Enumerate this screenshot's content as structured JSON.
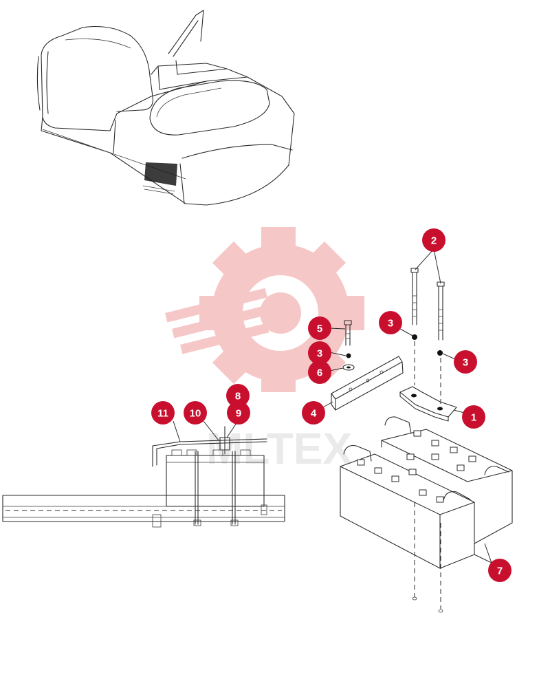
{
  "watermark": {
    "text": "MLTEX",
    "color": "#f4b3b3"
  },
  "accent_color": "#c8102e",
  "callouts": [
    {
      "id": "callout-1",
      "label": "1"
    },
    {
      "id": "callout-2",
      "label": "2"
    },
    {
      "id": "callout-3a",
      "label": "3"
    },
    {
      "id": "callout-3b",
      "label": "3"
    },
    {
      "id": "callout-3c",
      "label": "3"
    },
    {
      "id": "callout-4",
      "label": "4"
    },
    {
      "id": "callout-5",
      "label": "5"
    },
    {
      "id": "callout-6",
      "label": "6"
    },
    {
      "id": "callout-7",
      "label": "7"
    },
    {
      "id": "callout-8",
      "label": "8"
    },
    {
      "id": "callout-9",
      "label": "9"
    },
    {
      "id": "callout-10",
      "label": "10"
    },
    {
      "id": "callout-11",
      "label": "11"
    }
  ]
}
